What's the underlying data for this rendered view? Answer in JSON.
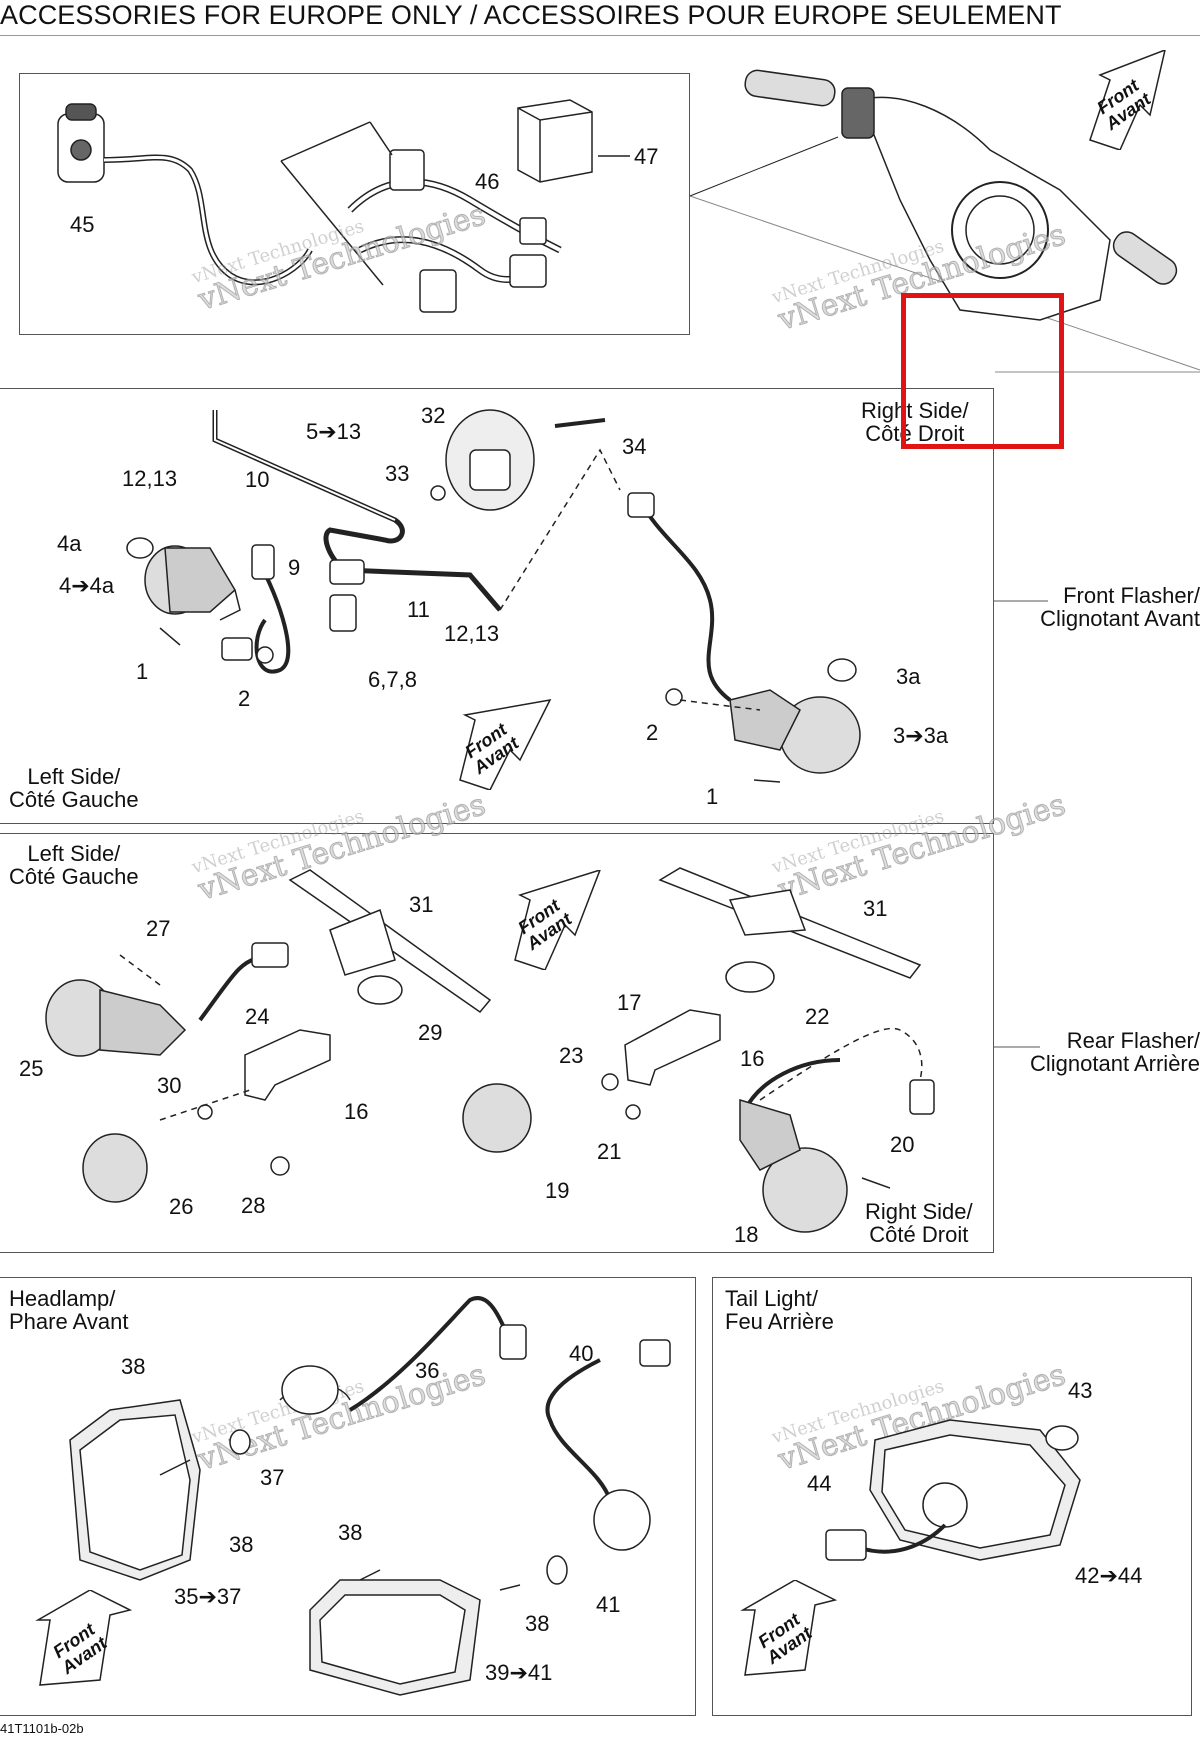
{
  "header": {
    "title": "ACCESSORIES FOR EUROPE ONLY / ACCESSOIRES POUR EUROPE SEULEMENT"
  },
  "watermark": {
    "line1": "vNext Technologies",
    "line2": "vNext Technologies"
  },
  "front_arrow": {
    "line1": "Front",
    "line2": "Avant"
  },
  "sections": {
    "front_flasher": {
      "line1": "Front Flasher/",
      "line2": "Clignotant Avant"
    },
    "rear_flasher": {
      "line1": "Rear Flasher/",
      "line2": "Clignotant Arrière"
    },
    "right_side_front": {
      "line1": "Right Side/",
      "line2": "Côté Droit"
    },
    "left_side_front": {
      "line1": "Left Side/",
      "line2": "Côté Gauche"
    },
    "left_side_rear": {
      "line1": "Left Side/",
      "line2": "Côté Gauche"
    },
    "right_side_rear": {
      "line1": "Right Side/",
      "line2": "Côté Droit"
    },
    "headlamp": {
      "line1": "Headlamp/",
      "line2": "Phare Avant"
    },
    "tail_light": {
      "line1": "Tail Light/",
      "line2": "Feu Arrière"
    }
  },
  "callouts": {
    "c45": "45",
    "c46": "46",
    "c47": "47",
    "c5_13": "5➔13",
    "c32": "32",
    "c34": "34",
    "c12_13a": "12,13",
    "c10": "10",
    "c33": "33",
    "c4a": "4a",
    "c4_4a": "4➔4a",
    "c9": "9",
    "c11": "11",
    "c12_13b": "12,13",
    "c1a": "1",
    "c2a": "2",
    "c6_7_8": "6,7,8",
    "c3a": "3a",
    "c2b": "2",
    "c3_3a": "3➔3a",
    "c1b": "1",
    "c31a": "31",
    "c27": "27",
    "c24": "24",
    "c29": "29",
    "c25": "25",
    "c30": "30",
    "c16a": "16",
    "c26": "26",
    "c28": "28",
    "c31b": "31",
    "c17": "17",
    "c22": "22",
    "c23": "23",
    "c16b": "16",
    "c21": "21",
    "c19": "19",
    "c20": "20",
    "c18": "18",
    "c38a": "38",
    "c36": "36",
    "c40": "40",
    "c37": "37",
    "c38b": "38",
    "c35_37": "35➔37",
    "c38c": "38",
    "c38d": "38",
    "c41": "41",
    "c39_41": "39➔41",
    "c43": "43",
    "c44": "44",
    "c42_44": "42➔44"
  },
  "footer": {
    "code": "41T1101b-02b"
  }
}
